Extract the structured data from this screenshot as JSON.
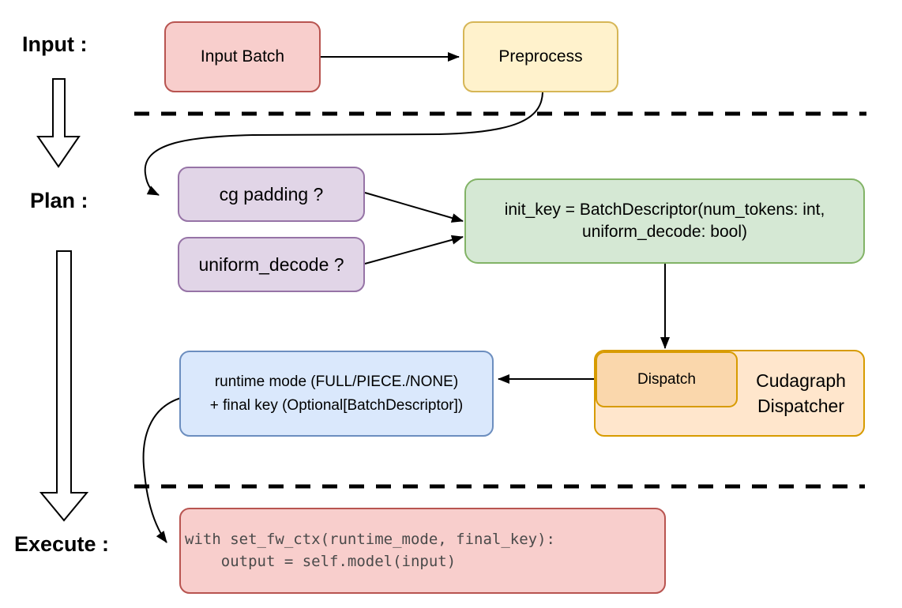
{
  "colors": {
    "pink-fill": "#f8cecc",
    "pink-stroke": "#b85450",
    "yellow-fill": "#fff2cc",
    "yellow-stroke": "#d6b656",
    "purple-fill": "#e1d5e7",
    "purple-stroke": "#9673a6",
    "green-fill": "#d5e8d4",
    "green-stroke": "#82b366",
    "blue-fill": "#dae8fc",
    "blue-stroke": "#6c8ebf",
    "orange-fill": "#ffe6cc",
    "orange-inner-fill": "#fad7ac",
    "orange-stroke": "#d79b00",
    "line": "#000000"
  },
  "stages": {
    "input_label": "Input :",
    "plan_label": "Plan :",
    "execute_label": "Execute :"
  },
  "nodes": {
    "input_batch": "Input Batch",
    "preprocess": "Preprocess",
    "cg_padding": "cg padding ?",
    "uniform_decode": "uniform_decode ?",
    "init_key_line1": "init_key = BatchDescriptor(num_tokens: int,",
    "init_key_line2": "uniform_decode: bool)",
    "dispatch": "Dispatch",
    "cudagraph_dispatcher": "Cudagraph Dispatcher",
    "runtime_mode_line1": "runtime mode (FULL/PIECE./NONE)",
    "runtime_mode_line2": "+ final key (Optional[BatchDescriptor])",
    "code_line1": "with set_fw_ctx(runtime_mode, final_key):",
    "code_line2": "    output = self.model(input)"
  }
}
